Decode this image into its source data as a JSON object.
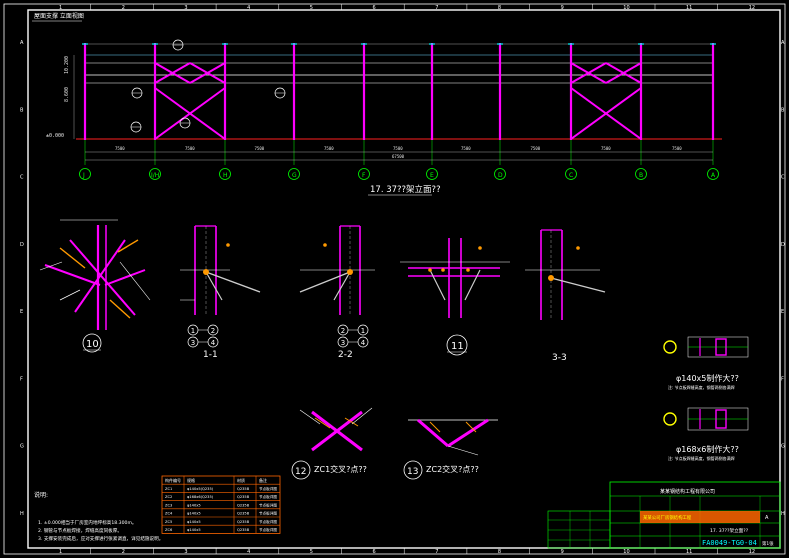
{
  "drawing": {
    "corner_note": "屋面支撑 立面视图",
    "elevation_title": "17. 37??架立面??",
    "levels": [
      "±0.000",
      "8.600",
      "10.200"
    ],
    "grid_axes": [
      "J",
      "I/H",
      "H",
      "G",
      "F",
      "E",
      "D",
      "C",
      "B",
      "A"
    ],
    "bay_dims": [
      "7500",
      "7500",
      "7500",
      "7500",
      "7500",
      "7500",
      "7500",
      "7500",
      "7500"
    ],
    "total_dim": "67500",
    "border_numbers_top": [
      "1",
      "2",
      "3",
      "4",
      "5",
      "6",
      "7",
      "8",
      "9",
      "10",
      "11",
      "12"
    ],
    "border_letters_side": [
      "A",
      "B",
      "C",
      "D",
      "E",
      "F",
      "G",
      "H"
    ],
    "callouts": [
      "10",
      "11",
      "12",
      "13"
    ],
    "sections": [
      "1-1",
      "2-2",
      "3-3"
    ],
    "section_bolt_labels": [
      [
        "1",
        "2"
      ],
      [
        "3",
        "4"
      ]
    ],
    "section_bolt_labels_22": [
      [
        "2",
        "1"
      ],
      [
        "3",
        "4"
      ]
    ],
    "detail_12_title": "ZC1交叉?点??",
    "detail_13_title": "ZC2交叉?点??",
    "right_detail_1_title": "φ140x5制作大??",
    "right_detail_1_note": "注: 节点板焊缝高度，钢管两侧各满焊",
    "right_detail_2_title": "φ168x6制作大??",
    "right_detail_2_note": "注: 节点板焊缝高度，钢管两侧各满焊",
    "notes_title": "说明:",
    "notes": [
      "1. ±0.000相当于厂房室内地坪标高18.300m。",
      "2. 钢管与节点板焊接，焊缝高度同板厚。",
      "3. 支撑安装完成后，应对支撑进行张紧调直，详见结施说明。"
    ],
    "table_headers": [
      "构件编号",
      "规格",
      "材质",
      "备注"
    ],
    "table_rows": [
      [
        "ZC1",
        "φ140x5(Q235)",
        "Q235B",
        "节点板详图"
      ],
      [
        "ZC2",
        "φ168x6(Q235)",
        "Q235B",
        "节点板详图"
      ],
      [
        "ZC3",
        "φ140x5",
        "Q235B",
        "节点板详图"
      ],
      [
        "ZC4",
        "φ140x5",
        "Q235B",
        "节点板详图"
      ],
      [
        "ZC5",
        "φ140x5",
        "Q235B",
        "节点板详图"
      ],
      [
        "ZC6",
        "φ140x5",
        "Q235B",
        "节点板详图"
      ]
    ],
    "title_block": {
      "company": "某某钢结构工程有限公司",
      "project": "某某公司厂房钢结构工程",
      "drawing_name": "17. 37??架立面??",
      "drawing_no": "FA0049-TG0-04",
      "sheet": "第1张",
      "revision": "A"
    }
  },
  "colors": {
    "background": "#000000",
    "border": "#ffffff",
    "column": "#ff00ff",
    "gridline": "#00ff00",
    "ground": "#ff2020",
    "text": "#ffffff",
    "dimension": "#e6e6e6",
    "highlight": "#ff9900",
    "table": "#ff6600",
    "bolt": "#ffff00"
  }
}
